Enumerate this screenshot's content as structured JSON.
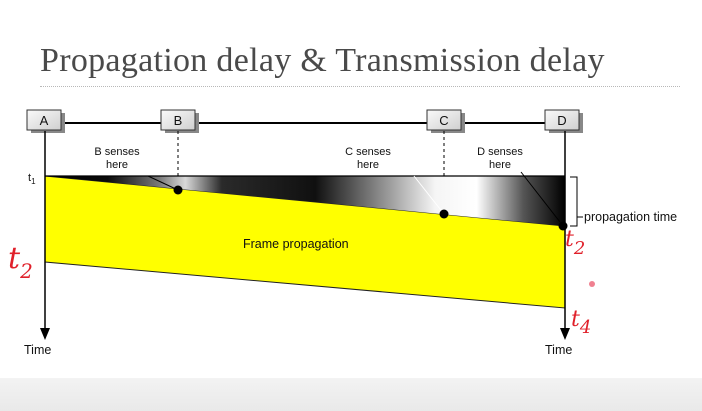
{
  "title": "Propagation delay & Transmission delay",
  "stations": [
    "A",
    "B",
    "C",
    "D"
  ],
  "sense_labels": {
    "b": [
      "B senses",
      "here"
    ],
    "c": [
      "C senses",
      "here"
    ],
    "d": [
      "D senses",
      "here"
    ]
  },
  "t1_label": "t",
  "t1_sub": "1",
  "frame_label": "Frame propagation",
  "propagation_label": "propagation time",
  "time_left": "Time",
  "time_right": "Time",
  "handwritten": {
    "t2_left": "t",
    "t2_left_sub": "2",
    "t2_right": "t",
    "t2_right_sub": "2",
    "t4": "t",
    "t4_sub": "4"
  },
  "colors": {
    "frame_fill": "#ffff00",
    "signal_dark": "#000000",
    "annotation": "#e0202a"
  }
}
